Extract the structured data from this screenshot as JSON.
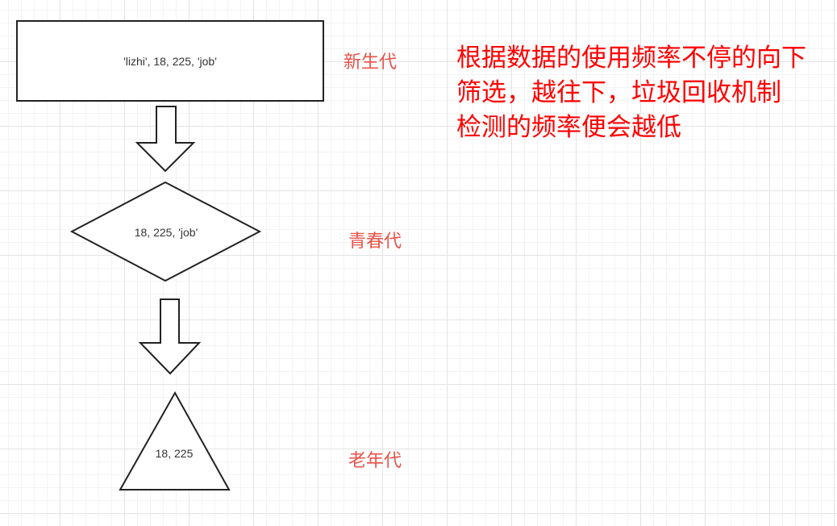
{
  "diagram": {
    "nodes": [
      {
        "id": "young",
        "shape": "rectangle",
        "text": "'lizhi', 18, 225, 'job'",
        "label": "新生代"
      },
      {
        "id": "youth",
        "shape": "diamond",
        "text": "18, 225, 'job'",
        "label": "青春代"
      },
      {
        "id": "old",
        "shape": "triangle",
        "text": "18, 225",
        "label": "老年代"
      }
    ],
    "edges": [
      {
        "from": "young",
        "to": "youth",
        "style": "block-arrow-down"
      },
      {
        "from": "youth",
        "to": "old",
        "style": "block-arrow-down"
      }
    ],
    "note": {
      "lines": [
        "根据数据的使用频率不停的向下",
        "筛选，越往下，垃圾回收机制",
        "检测的频率便会越低"
      ],
      "color": "#ff0000"
    },
    "colors": {
      "stroke": "#222222",
      "node_text": "#333333",
      "label": "#e8534a",
      "grid": "#e3e3e3"
    }
  }
}
